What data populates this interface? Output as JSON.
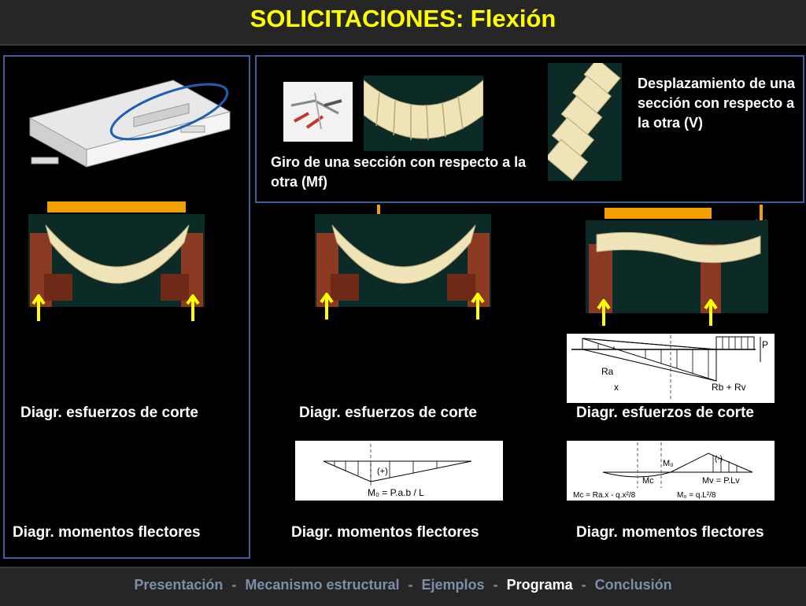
{
  "title": "SOLICITACIONES: Flexión",
  "top_panel": {
    "giro_caption": "Giro de una sección con respecto a la otra (Mf)",
    "desplazamiento_caption": "Desplazamiento de una sección con respecto a la otra (V)"
  },
  "columns": [
    {
      "shear_label": "Diagr. esfuerzos de corte",
      "moment_label": "Diagr. momentos flectores"
    },
    {
      "shear_label": "Diagr. esfuerzos de corte",
      "moment_label": "Diagr. momentos flectores"
    },
    {
      "shear_label": "Diagr. esfuerzos de corte",
      "moment_label": "Diagr. momentos flectores"
    }
  ],
  "diagrams": {
    "moment_point_formula": "M₀ = P.a.b / L",
    "moment_point_sign": "(+)",
    "shear_cantilever_labels": [
      "Ra",
      "x",
      "P",
      "Rb + Rv"
    ],
    "moment_cantilever_labels": [
      "M₀",
      "Mc",
      "Mv = P.Lv",
      "Mc = Ra.x - q.x²/8",
      "M₀ = q.L²/8",
      "(-)"
    ]
  },
  "footer": {
    "items": [
      "Presentación",
      "Mecanismo estructural",
      "Ejemplos",
      "Programa",
      "Conclusión"
    ],
    "separator": "-",
    "active_index": 3
  },
  "colors": {
    "title": "#ffff00",
    "frame": "#3f5f9a",
    "plank": "#f0a000",
    "arrow_yellow": "#ffff00",
    "arrow_orange": "#f0a000",
    "ellipse": "#1e5fb4"
  }
}
